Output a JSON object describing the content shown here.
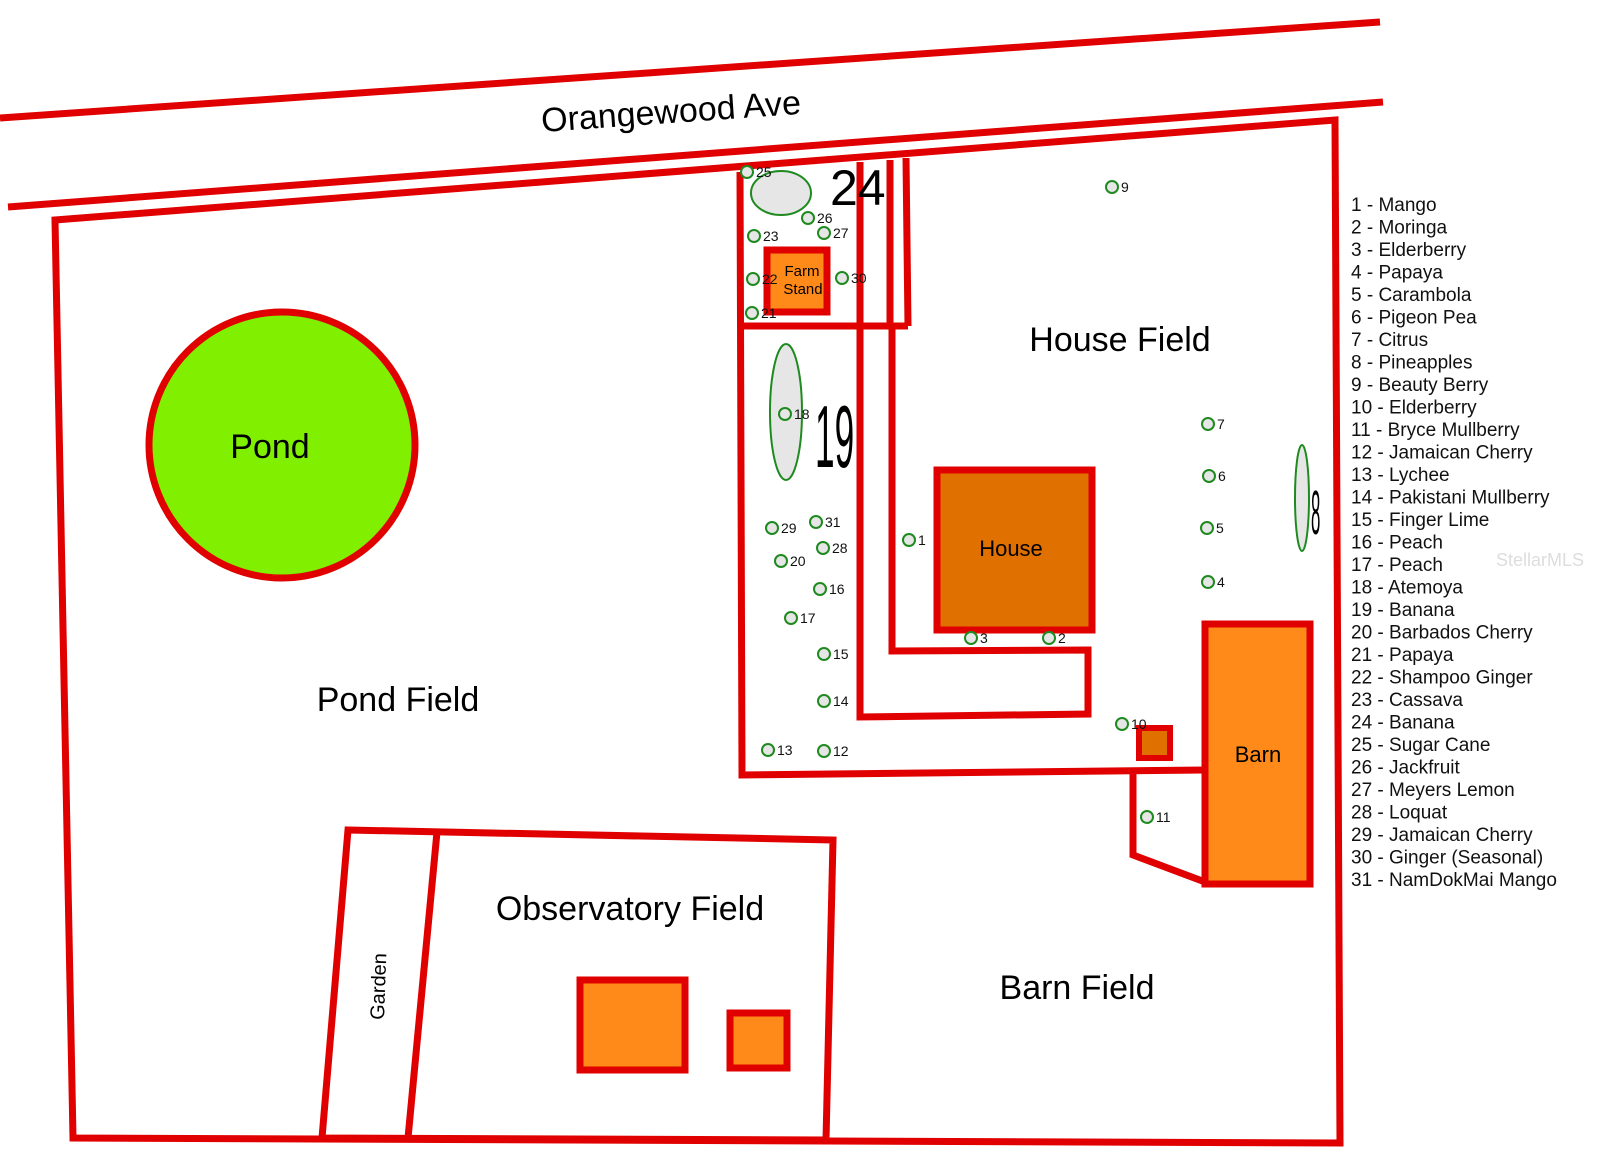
{
  "map": {
    "street": "Orangewood Ave",
    "fields": {
      "house_field": "House Field",
      "pond_field": "Pond Field",
      "observatory_field": "Observatory Field",
      "barn_field": "Barn Field"
    },
    "structures": {
      "pond": "Pond",
      "house": "House",
      "barn": "Barn",
      "garden": "Garden",
      "farm_stand_line1": "Farm",
      "farm_stand_line2": "Stand"
    },
    "area_labels": {
      "banana_24": "24",
      "banana_19": "19",
      "pineapples_8": "8"
    },
    "watermark": "StellarMLS",
    "colors": {
      "boundary": "#e00000",
      "pond": "#80f000",
      "building": "#ff8a1a",
      "house": "#e07000",
      "tree": "#1f8a1f"
    }
  },
  "legend": [
    "1 - Mango",
    "2 - Moringa",
    "3 - Elderberry",
    "4 - Papaya",
    "5 - Carambola",
    "6 - Pigeon Pea",
    "7 - Citrus",
    "8 - Pineapples",
    "9 - Beauty Berry",
    "10 - Elderberry",
    "11 - Bryce Mullberry",
    "12 - Jamaican Cherry",
    "13 - Lychee",
    "14 - Pakistani Mullberry",
    "15 - Finger Lime",
    "16 - Peach",
    "17 - Peach",
    "18 - Atemoya",
    "19 - Banana",
    "20 - Barbados Cherry",
    "21 - Papaya",
    "22 - Shampoo Ginger",
    "23 - Cassava",
    "24 - Banana",
    "25 - Sugar Cane",
    "26 - Jackfruit",
    "27 - Meyers Lemon",
    "28 - Loquat",
    "29 - Jamaican Cherry",
    "30 - Ginger (Seasonal)",
    "31 - NamDokMai Mango"
  ],
  "trees": [
    "1",
    "2",
    "3",
    "4",
    "5",
    "6",
    "7",
    "9",
    "10",
    "11",
    "12",
    "13",
    "14",
    "15",
    "16",
    "17",
    "18",
    "20",
    "21",
    "22",
    "23",
    "25",
    "26",
    "27",
    "28",
    "29",
    "30",
    "31"
  ]
}
